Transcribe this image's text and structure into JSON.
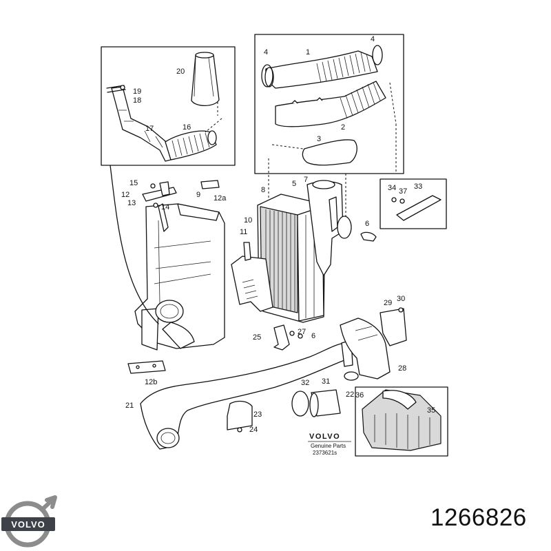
{
  "callouts": {
    "c1": "1",
    "c2": "2",
    "c3": "3",
    "c4a": "4",
    "c4b": "4",
    "c5": "5",
    "c6": "6",
    "c7": "7",
    "c8": "8",
    "c9": "9",
    "c10": "10",
    "c11": "11",
    "c12": "12",
    "c12a": "12a",
    "c12b": "12b",
    "c13": "13",
    "c14": "14",
    "c15": "15",
    "c16": "16",
    "c17": "17",
    "c18": "18",
    "c19": "19",
    "c20": "20",
    "c21": "21",
    "c22": "22",
    "c23": "23",
    "c24": "24",
    "c25": "25",
    "c26": "6",
    "c27": "27",
    "c28": "28",
    "c29": "29",
    "c30": "30",
    "c31": "31",
    "c32": "32",
    "c33": "33",
    "c34": "34",
    "c35": "35",
    "c36": "36",
    "c37": "37"
  },
  "stamp": {
    "brand": "VOLVO",
    "line1": "Genuine Parts",
    "line2": "2373621s"
  },
  "logo": {
    "text": "VOLVO"
  },
  "part_number": "1266826"
}
